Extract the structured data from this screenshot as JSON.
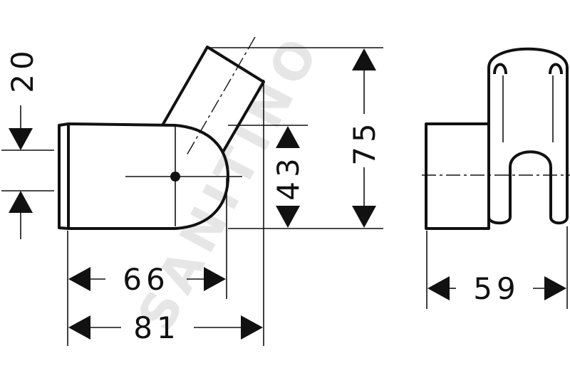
{
  "watermark": "SANITINO",
  "colors": {
    "line": "#111111",
    "background": "#ffffff",
    "watermark": "#e6e6e6"
  },
  "dimensions": {
    "d20": "20",
    "d43": "43",
    "d75": "75",
    "d66": "66",
    "d81": "81",
    "d59": "59"
  }
}
